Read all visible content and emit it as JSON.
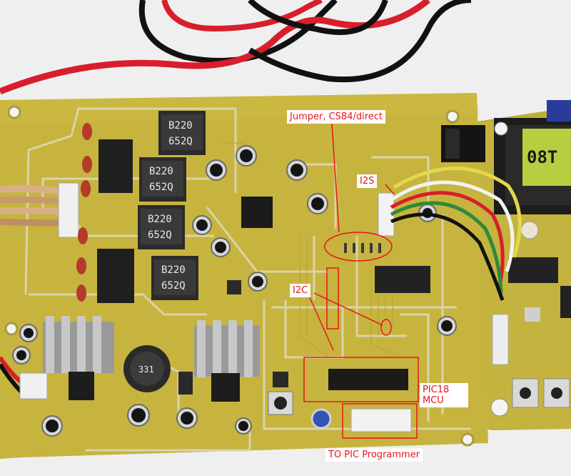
{
  "photo": {
    "colors": {
      "background": "#f2f2f2",
      "pcb": "#c6b43e",
      "pcb_dark": "#a9982c",
      "trace": "#dcd7b8",
      "annotation_red": "#e8141c",
      "wire_red": "#d81e2c",
      "wire_black": "#111111",
      "lcd_green": "#b6cf40"
    },
    "lcd_text": "08T",
    "inductor_marking": [
      "B220",
      "652Q"
    ],
    "coil_marking": "331",
    "annotations": {
      "jumper": "Jumper, CS84/direct",
      "i2s": "I2S",
      "i2c": "I2C",
      "mcu_line1": "PIC18",
      "mcu_line2": "MCU",
      "programmer": "TO PIC Programmer"
    }
  }
}
